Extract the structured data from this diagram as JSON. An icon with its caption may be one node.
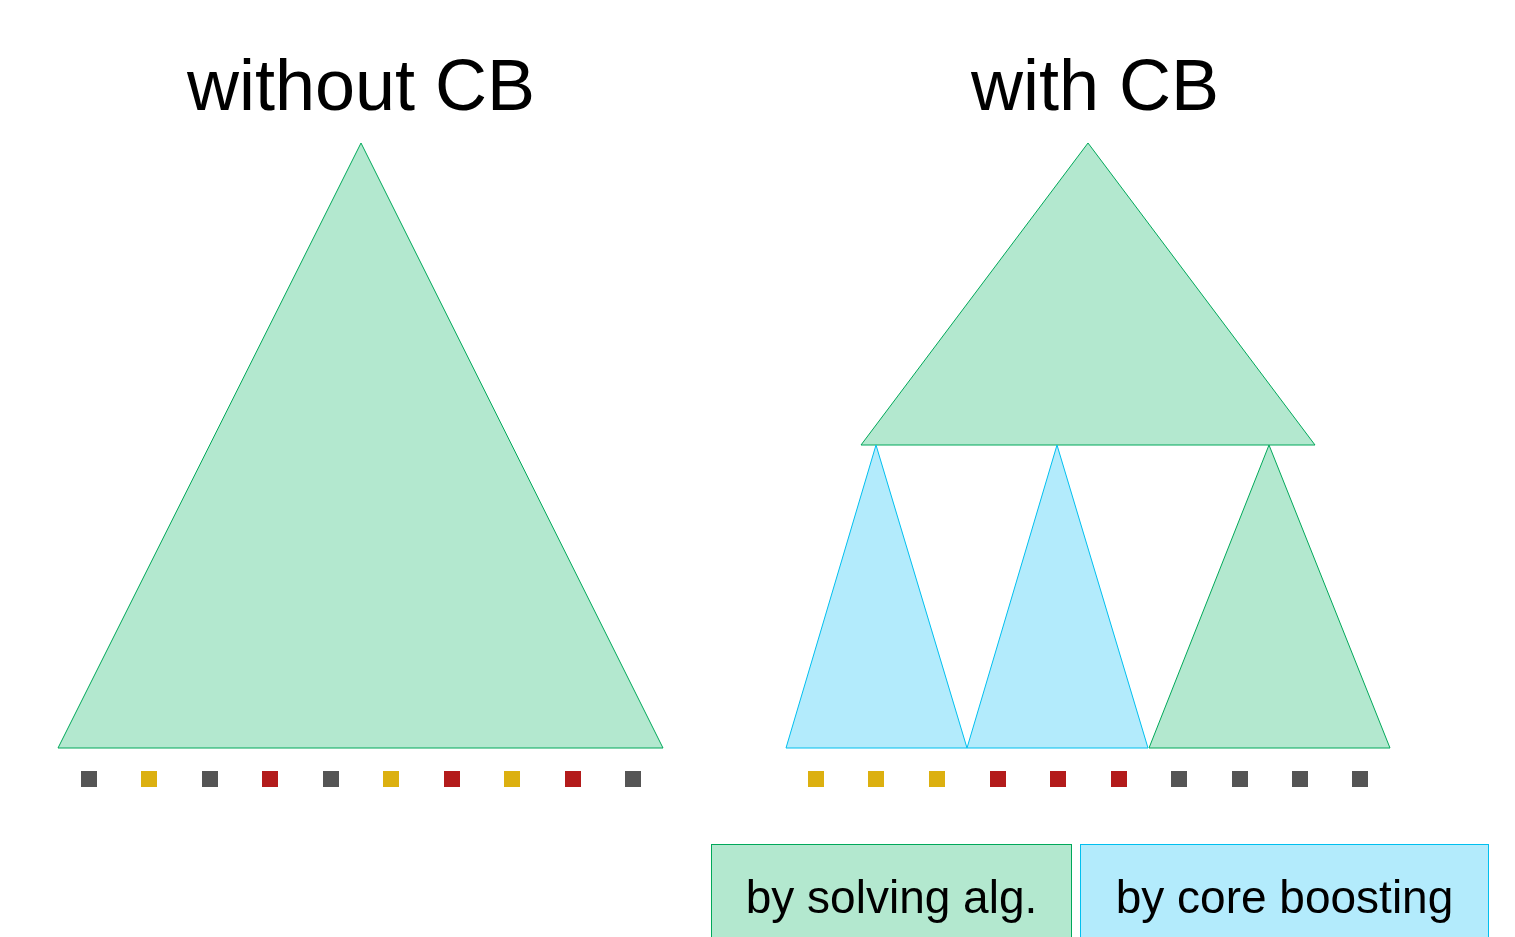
{
  "diagram": {
    "labels": [
      "without CB",
      "with CB"
    ],
    "legend": [
      {
        "text": "by solving alg.",
        "color": "#b3e8cf"
      },
      {
        "text": "by core boosting",
        "color": "#b3ebfc"
      }
    ]
  }
}
